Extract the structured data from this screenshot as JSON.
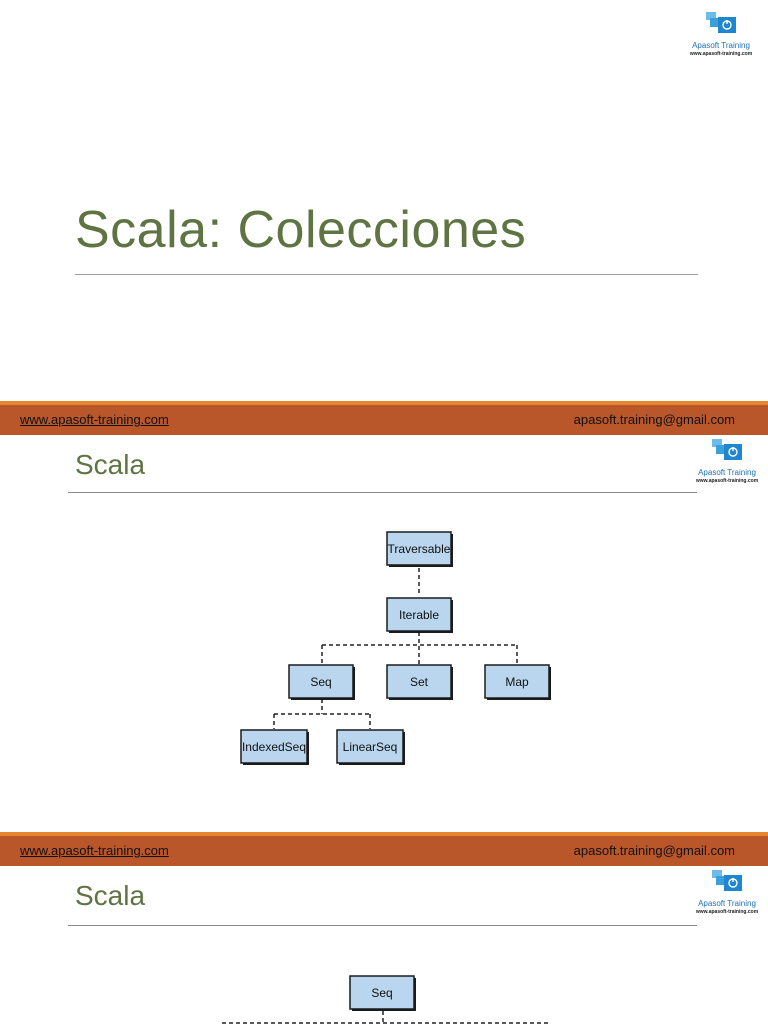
{
  "slide1": {
    "title": "Scala: Colecciones"
  },
  "logo": {
    "brand": "Apasoft Training",
    "url": "www.apasoft-training.com"
  },
  "footer": {
    "link": "www.apasoft-training.com",
    "email": "apasoft.training@gmail.com"
  },
  "slide2": {
    "title": "Scala",
    "diagram": {
      "root": "Traversable",
      "level1": "Iterable",
      "level2": [
        "Seq",
        "Set",
        "Map"
      ],
      "level3": [
        "IndexedSeq",
        "LinearSeq"
      ]
    }
  },
  "slide3": {
    "title": "Scala",
    "diagram": {
      "root": "Seq"
    }
  },
  "colors": {
    "title": "#5e7443",
    "footer_bg": "#b9562a",
    "footer_top": "#e6862f",
    "node_fill": "#b9d6ee"
  }
}
